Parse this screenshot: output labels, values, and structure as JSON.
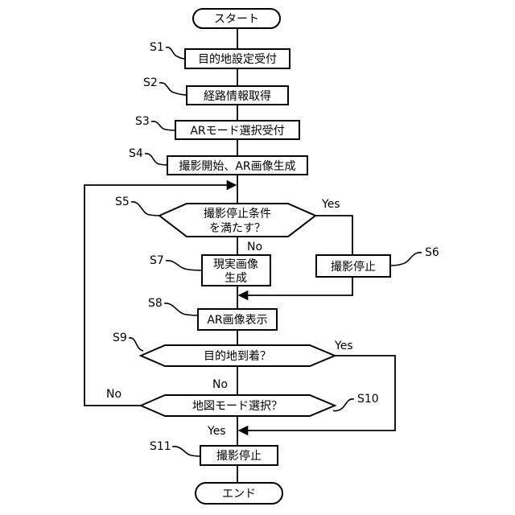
{
  "nodes": {
    "start": "スタート",
    "s1": "目的地設定受付",
    "s2": "経路情報取得",
    "s3": "ARモード選択受付",
    "s4": "撮影開始、AR画像生成",
    "s5_line1": "撮影停止条件",
    "s5_line2": "を満たす？",
    "s6": "撮影停止",
    "s7_line1": "現実画像",
    "s7_line2": "生成",
    "s8": "AR画像表示",
    "s9": "目的地到着？",
    "s10": "地図モード選択？",
    "s11": "撮影停止",
    "end": "エンド"
  },
  "step_labels": {
    "s1": "S1",
    "s2": "S2",
    "s3": "S3",
    "s4": "S4",
    "s5": "S5",
    "s6": "S6",
    "s7": "S7",
    "s8": "S8",
    "s9": "S9",
    "s10": "S10",
    "s11": "S11"
  },
  "branches": {
    "s5_yes": "Yes",
    "s5_no": "No",
    "s9_yes": "Yes",
    "s9_no": "No",
    "s10_yes": "Yes",
    "s10_no": "No"
  }
}
